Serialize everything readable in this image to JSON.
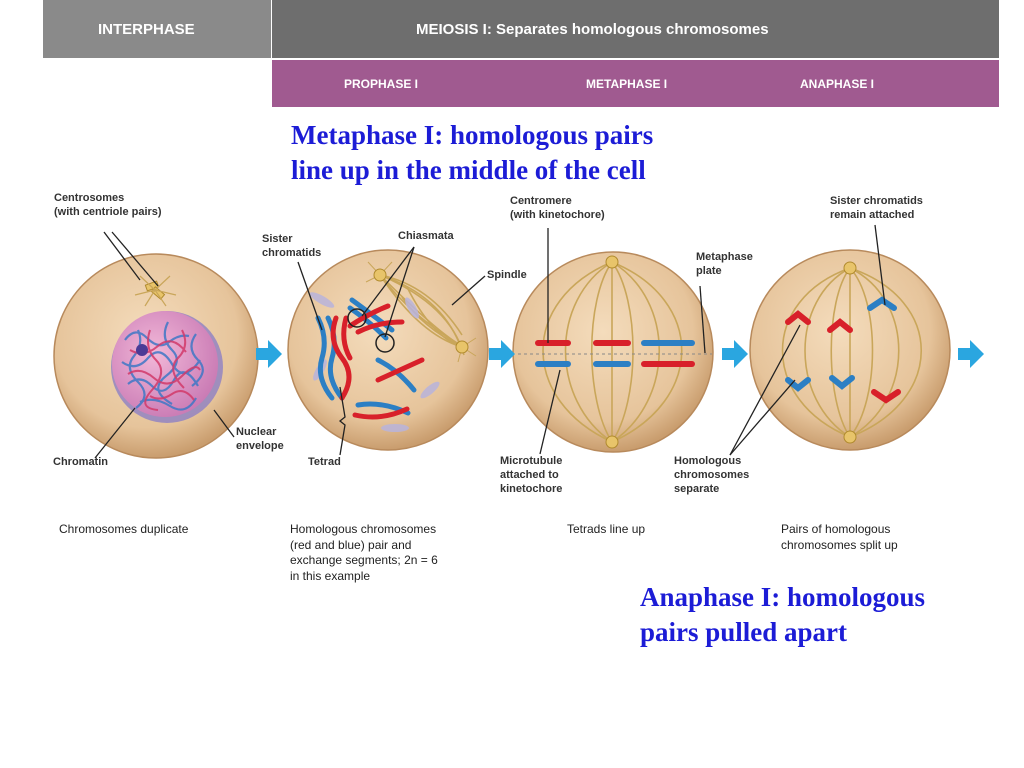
{
  "header": {
    "interphase": "INTERPHASE",
    "meiosis": "MEIOSIS I: Separates homologous chromosomes",
    "phases": [
      "PROPHASE I",
      "METAPHASE I",
      "ANAPHASE I"
    ]
  },
  "notes": {
    "metaphase": "Metaphase I: homologous pairs\nline up in the middle of the cell",
    "anaphase": "Anaphase I: homologous\npairs pulled apart"
  },
  "labels": {
    "centrosomes": "Centrosomes\n(with centriole pairs)",
    "chromatin": "Chromatin",
    "nuclear_envelope": "Nuclear\nenvelope",
    "sister_chromatids": "Sister\nchromatids",
    "chiasmata": "Chiasmata",
    "spindle": "Spindle",
    "tetrad": "Tetrad",
    "centromere": "Centromere\n(with kinetochore)",
    "metaphase_plate": "Metaphase\nplate",
    "microtubule": "Microtubule\nattached to\nkinetochore",
    "sister_attached": "Sister chromatids\nremain attached",
    "homologous_separate": "Homologous\nchromosomes\nseparate"
  },
  "captions": {
    "interphase": "Chromosomes duplicate",
    "prophase": "Homologous chromosomes\n(red and blue) pair and\nexchange segments; 2n = 6\nin this example",
    "metaphase": "Tetrads line up",
    "anaphase": "Pairs of homologous\nchromosomes split up"
  },
  "colors": {
    "interphase_bar": "#8a8a8a",
    "meiosis_bar": "#6e6e6e",
    "phase_bar": "#a05a90",
    "cell": "#e6c49b",
    "spindle": "#c9a65a",
    "red_chromosome": "#d8202a",
    "blue_chromosome": "#2c7fc4",
    "arrow": "#2aa6e0",
    "note_text": "#1c1cd6"
  }
}
